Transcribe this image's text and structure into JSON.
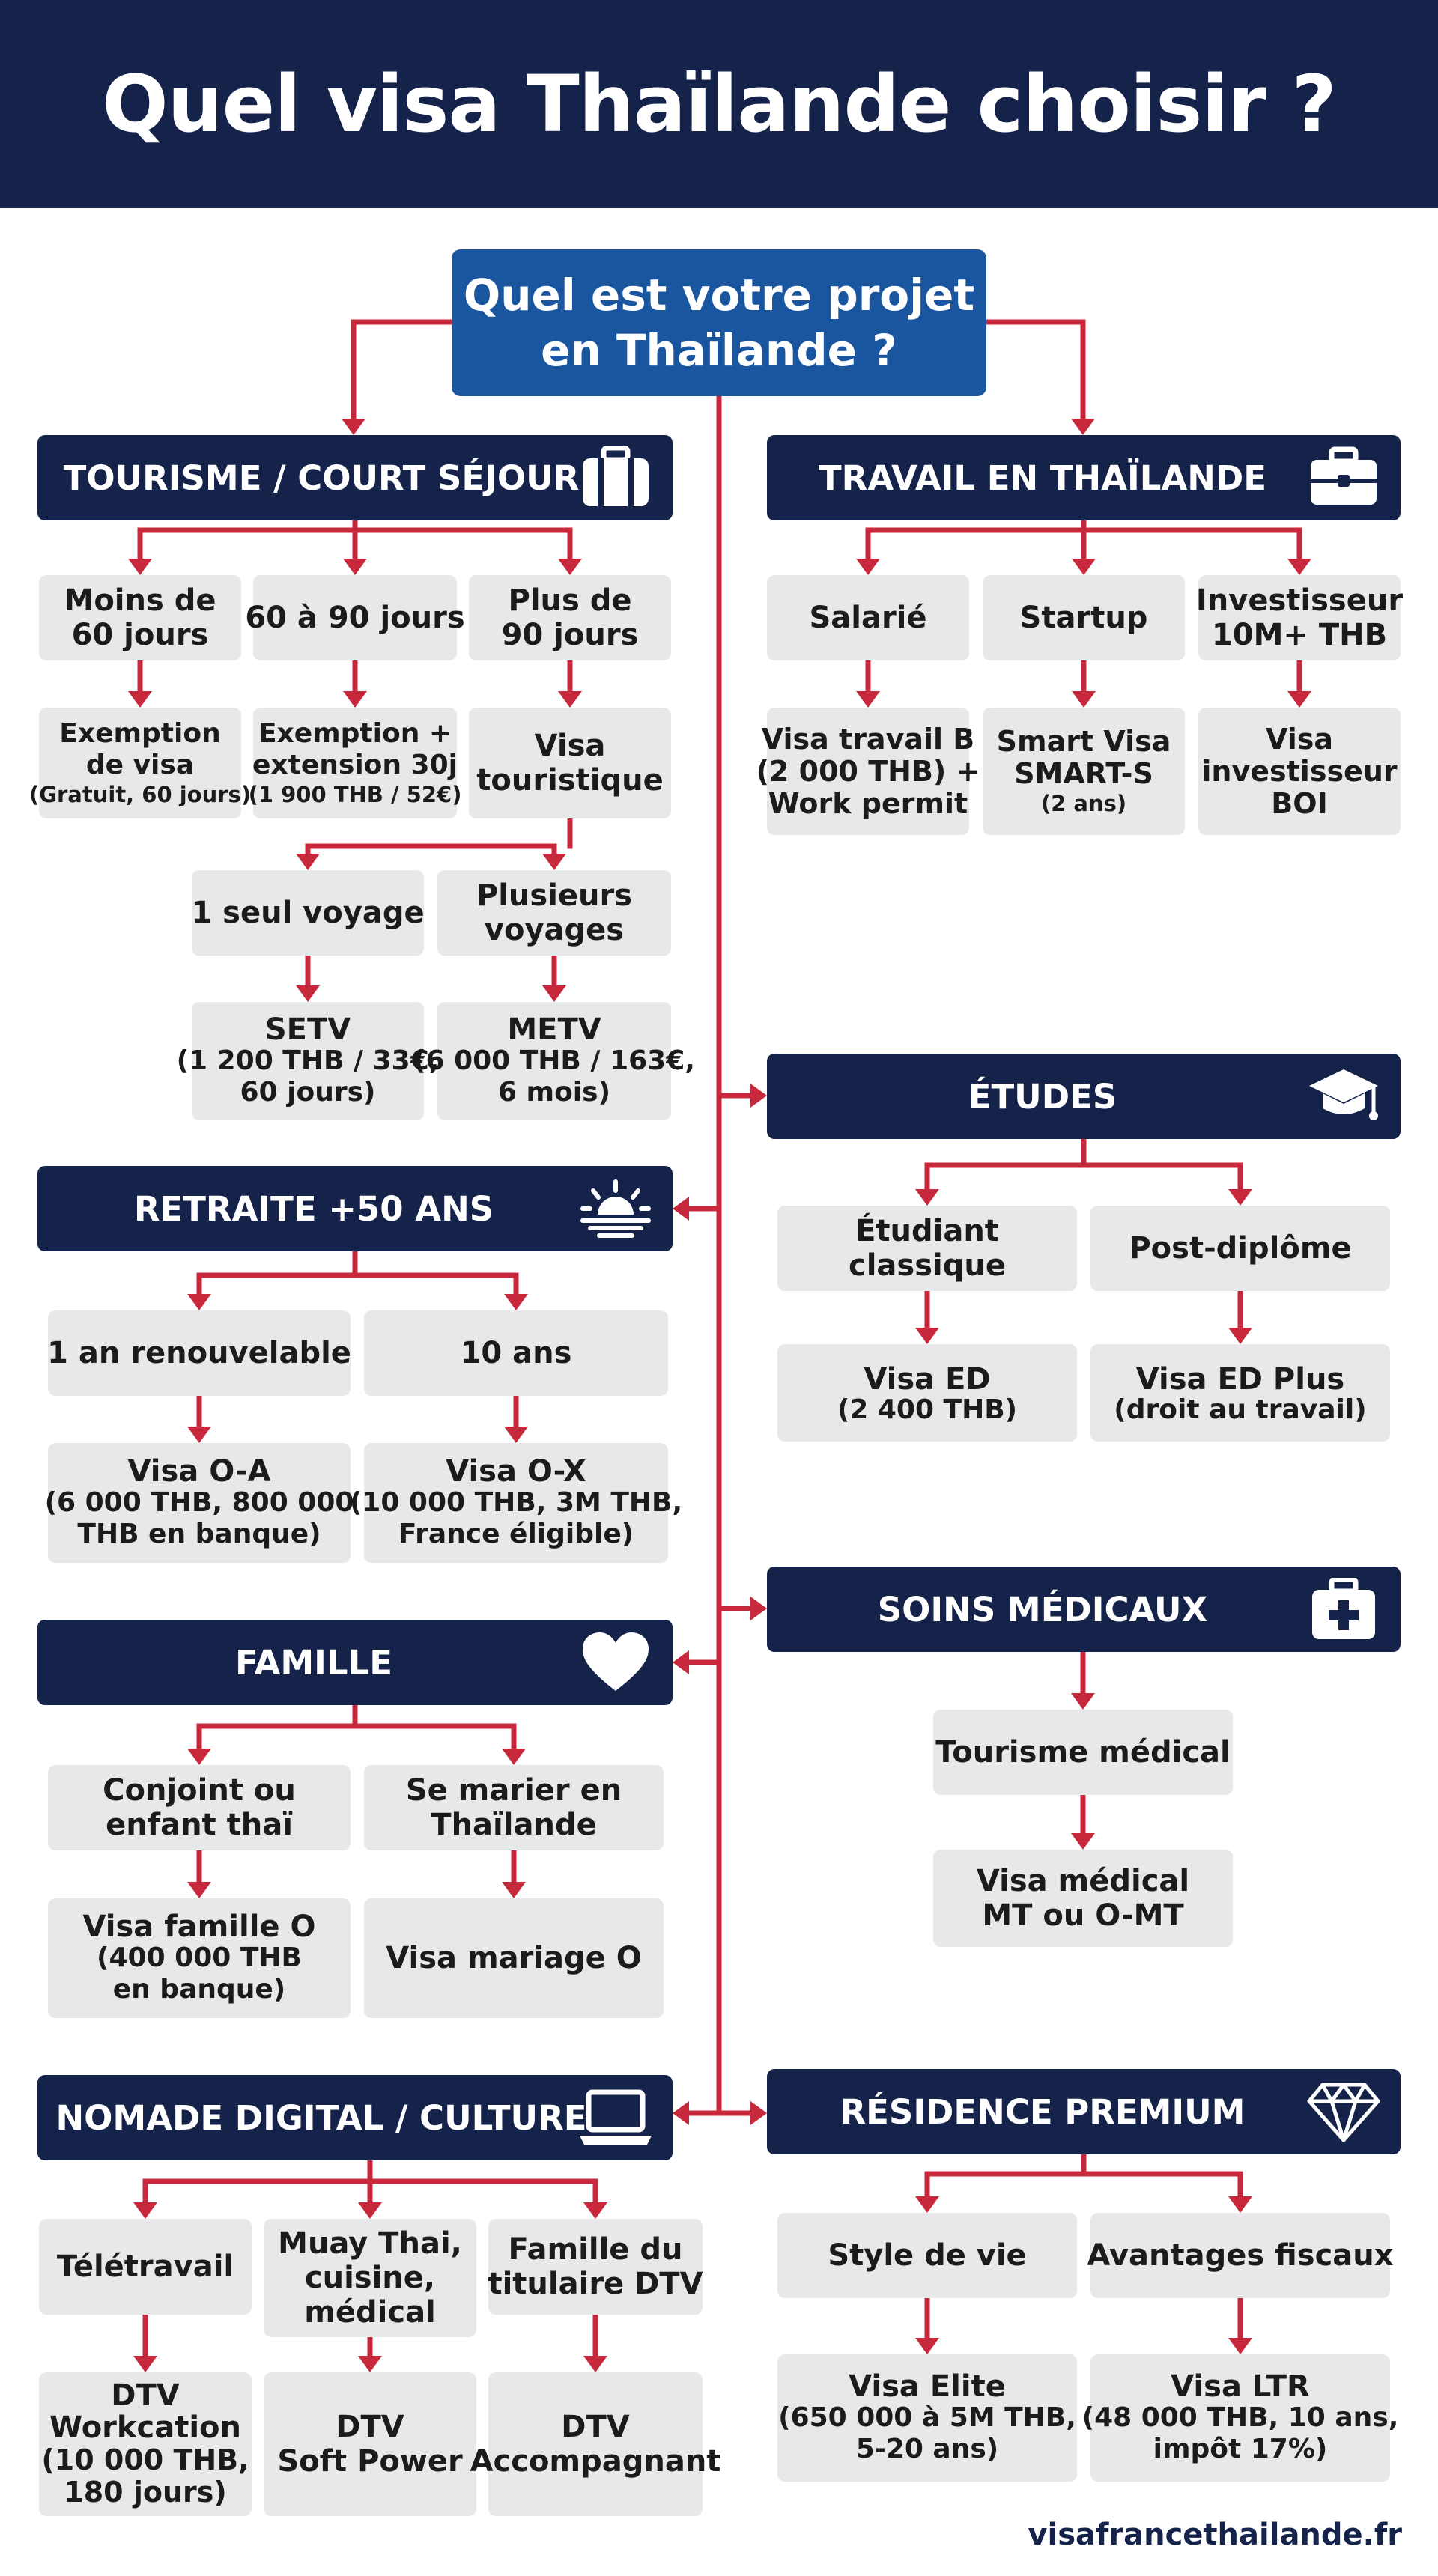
{
  "title": "Quel visa Thaïlande choisir ?",
  "root": [
    "Quel est votre projet",
    "en Thaïlande ?"
  ],
  "colors": {
    "navy": "#15234a",
    "blue": "#1a56a0",
    "red": "#c8283c",
    "gray": "#e7e8ea"
  },
  "categories": {
    "tourisme": {
      "label": "TOURISME / COURT SÉJOUR",
      "icon": "suitcase-icon"
    },
    "travail": {
      "label": "TRAVAIL EN THAÏLANDE",
      "icon": "briefcase-icon"
    },
    "etudes": {
      "label": "ÉTUDES",
      "icon": "graduation-cap-icon"
    },
    "retraite": {
      "label": "RETRAITE +50 ANS",
      "icon": "sunset-icon"
    },
    "soins": {
      "label": "SOINS MÉDICAUX",
      "icon": "medical-kit-icon"
    },
    "famille": {
      "label": "FAMILLE",
      "icon": "heart-icon"
    },
    "nomade": {
      "label": "NOMADE DIGITAL / CULTURE",
      "icon": "laptop-icon"
    },
    "residence": {
      "label": "RÉSIDENCE PREMIUM",
      "icon": "diamond-icon"
    }
  },
  "tourisme": {
    "durations": [
      [
        "Moins de",
        "60 jours"
      ],
      [
        "60 à 90 jours"
      ],
      [
        "Plus de",
        "90 jours"
      ]
    ],
    "results": [
      [
        "Exemption",
        "de visa",
        "(Gratuit, 60 jours)"
      ],
      [
        "Exemption +",
        "extension 30j",
        "(1 900 THB / 52€)"
      ],
      [
        "Visa",
        "touristique"
      ]
    ],
    "trips": [
      [
        "1 seul voyage"
      ],
      [
        "Plusieurs",
        "voyages"
      ]
    ],
    "trip_visas": [
      [
        "SETV",
        "(1 200 THB / 33€,",
        "60 jours)"
      ],
      [
        "METV",
        "(6 000 THB / 163€,",
        "6 mois)"
      ]
    ]
  },
  "travail": {
    "options": [
      [
        "Salarié"
      ],
      [
        "Startup"
      ],
      [
        "Investisseur",
        "10M+ THB"
      ]
    ],
    "results": [
      [
        "Visa travail B",
        "(2 000 THB) +",
        "Work permit"
      ],
      [
        "Smart Visa",
        "SMART-S",
        "(2 ans)"
      ],
      [
        "Visa",
        "investisseur",
        "BOI"
      ]
    ]
  },
  "etudes": {
    "options": [
      [
        "Étudiant",
        "classique"
      ],
      [
        "Post-diplôme"
      ]
    ],
    "results": [
      [
        "Visa ED",
        "(2 400 THB)"
      ],
      [
        "Visa ED Plus",
        "(droit au travail)"
      ]
    ]
  },
  "retraite": {
    "options": [
      [
        "1 an renouvelable"
      ],
      [
        "10 ans"
      ]
    ],
    "results": [
      [
        "Visa O-A",
        "(6 000 THB, 800 000",
        "THB en banque)"
      ],
      [
        "Visa O-X",
        "(10 000 THB, 3M THB,",
        "France éligible)"
      ]
    ]
  },
  "soins": {
    "option": [
      "Tourisme médical"
    ],
    "result": [
      "Visa médical",
      "MT ou O-MT"
    ]
  },
  "famille": {
    "options": [
      [
        "Conjoint ou",
        "enfant thaï"
      ],
      [
        "Se marier en",
        "Thaïlande"
      ]
    ],
    "results": [
      [
        "Visa famille O",
        "(400 000 THB",
        "en banque)"
      ],
      [
        "Visa mariage O"
      ]
    ]
  },
  "nomade": {
    "options": [
      [
        "Télétravail"
      ],
      [
        "Muay Thai,",
        "cuisine,",
        "médical"
      ],
      [
        "Famille du",
        "titulaire DTV"
      ]
    ],
    "results": [
      [
        "DTV",
        "Workcation",
        "(10 000 THB,",
        "180 jours)"
      ],
      [
        "DTV",
        "Soft Power"
      ],
      [
        "DTV",
        "Accompagnant"
      ]
    ]
  },
  "residence": {
    "options": [
      [
        "Style de vie"
      ],
      [
        "Avantages fiscaux"
      ]
    ],
    "results": [
      [
        "Visa Elite",
        "(650 000 à 5M THB,",
        "5-20 ans)"
      ],
      [
        "Visa LTR",
        "(48 000 THB, 10 ans,",
        "impôt 17%)"
      ]
    ]
  },
  "footer": "visafrancethailande.fr"
}
